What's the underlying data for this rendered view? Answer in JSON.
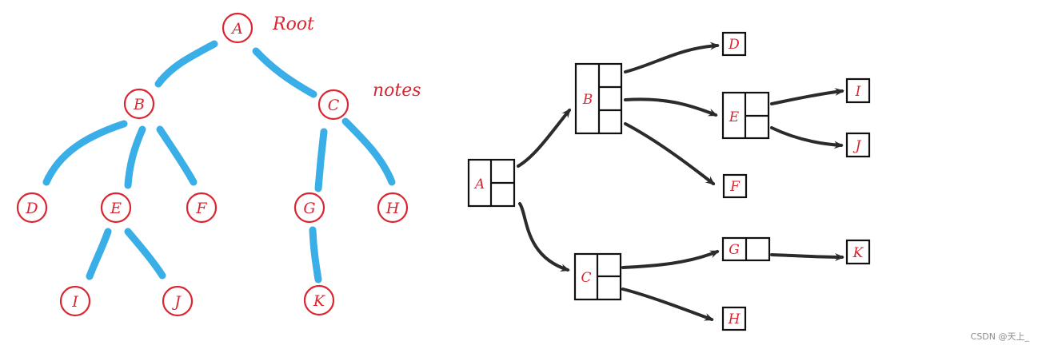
{
  "colors": {
    "node_stroke": "#d92631",
    "node_text": "#d92631",
    "blue_arrow": "#3aaee6",
    "dark_arrow": "#2b2b2b",
    "box_stroke": "#111111"
  },
  "left_tree": {
    "annotations": {
      "root": "Root",
      "nodes": "notes"
    },
    "nodes": [
      {
        "id": "A",
        "label": "A"
      },
      {
        "id": "B",
        "label": "B"
      },
      {
        "id": "C",
        "label": "C"
      },
      {
        "id": "D",
        "label": "D"
      },
      {
        "id": "E",
        "label": "E"
      },
      {
        "id": "F",
        "label": "F"
      },
      {
        "id": "G",
        "label": "G"
      },
      {
        "id": "H",
        "label": "H"
      },
      {
        "id": "I",
        "label": "I"
      },
      {
        "id": "J",
        "label": "J"
      },
      {
        "id": "K",
        "label": "K"
      }
    ],
    "edges": [
      [
        "A",
        "B"
      ],
      [
        "A",
        "C"
      ],
      [
        "B",
        "D"
      ],
      [
        "B",
        "E"
      ],
      [
        "B",
        "F"
      ],
      [
        "C",
        "G"
      ],
      [
        "C",
        "H"
      ],
      [
        "E",
        "I"
      ],
      [
        "E",
        "J"
      ],
      [
        "G",
        "K"
      ]
    ]
  },
  "right_tree": {
    "nodes": [
      {
        "id": "A",
        "label": "A",
        "slots": 2
      },
      {
        "id": "B",
        "label": "B",
        "slots": 3
      },
      {
        "id": "C",
        "label": "C",
        "slots": 2
      },
      {
        "id": "D",
        "label": "D",
        "slots": 0
      },
      {
        "id": "E",
        "label": "E",
        "slots": 2
      },
      {
        "id": "F",
        "label": "F",
        "slots": 0
      },
      {
        "id": "G",
        "label": "G",
        "slots": 1
      },
      {
        "id": "H",
        "label": "H",
        "slots": 0
      },
      {
        "id": "I",
        "label": "I",
        "slots": 0
      },
      {
        "id": "J",
        "label": "J",
        "slots": 0
      },
      {
        "id": "K",
        "label": "K",
        "slots": 0
      }
    ],
    "edges": [
      [
        "A",
        "B"
      ],
      [
        "A",
        "C"
      ],
      [
        "B",
        "D"
      ],
      [
        "B",
        "E"
      ],
      [
        "B",
        "F"
      ],
      [
        "C",
        "G"
      ],
      [
        "C",
        "H"
      ],
      [
        "E",
        "I"
      ],
      [
        "E",
        "J"
      ],
      [
        "G",
        "K"
      ]
    ]
  },
  "watermark": "CSDN @天上_"
}
